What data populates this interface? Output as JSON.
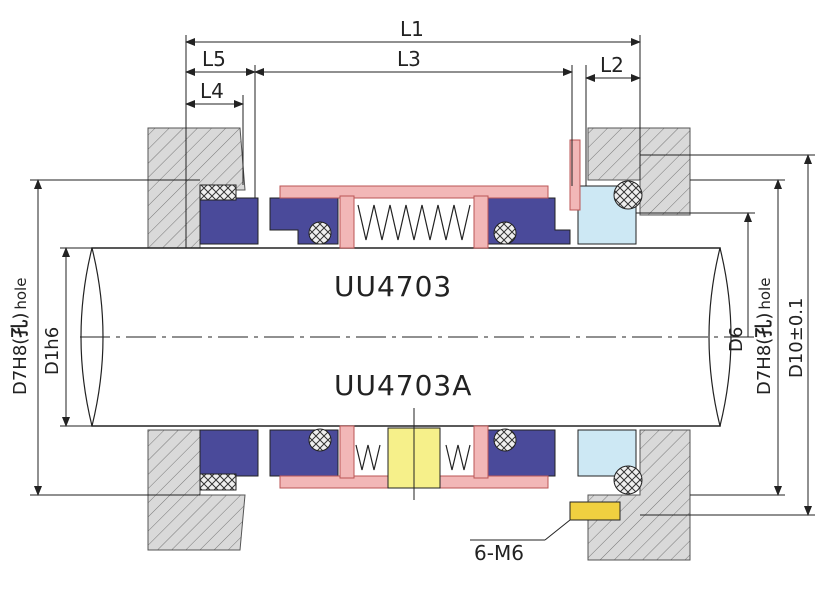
{
  "drawing": {
    "model_top": "UU4703",
    "model_bottom": "UU4703A",
    "dimensions": {
      "L1": "L1",
      "L2": "L2",
      "L3": "L3",
      "L4": "L4",
      "L5": "L5",
      "D1": "D1h6",
      "D6": "D6",
      "D10": "D10±0.1",
      "D7_left": "D7H8",
      "D7_right": "D7H8"
    },
    "hole_char": "孔",
    "hole_word": "hole",
    "screw_note": "6-M6"
  },
  "colors": {
    "line": "#222222",
    "hatch_body": "#bfbfbf",
    "blue_part": "#4a4a9a",
    "pink_part": "#f2b7b7",
    "light_blue": "#cde8f4",
    "yellow_part": "#f6f08a",
    "screw": "#f0d040"
  }
}
